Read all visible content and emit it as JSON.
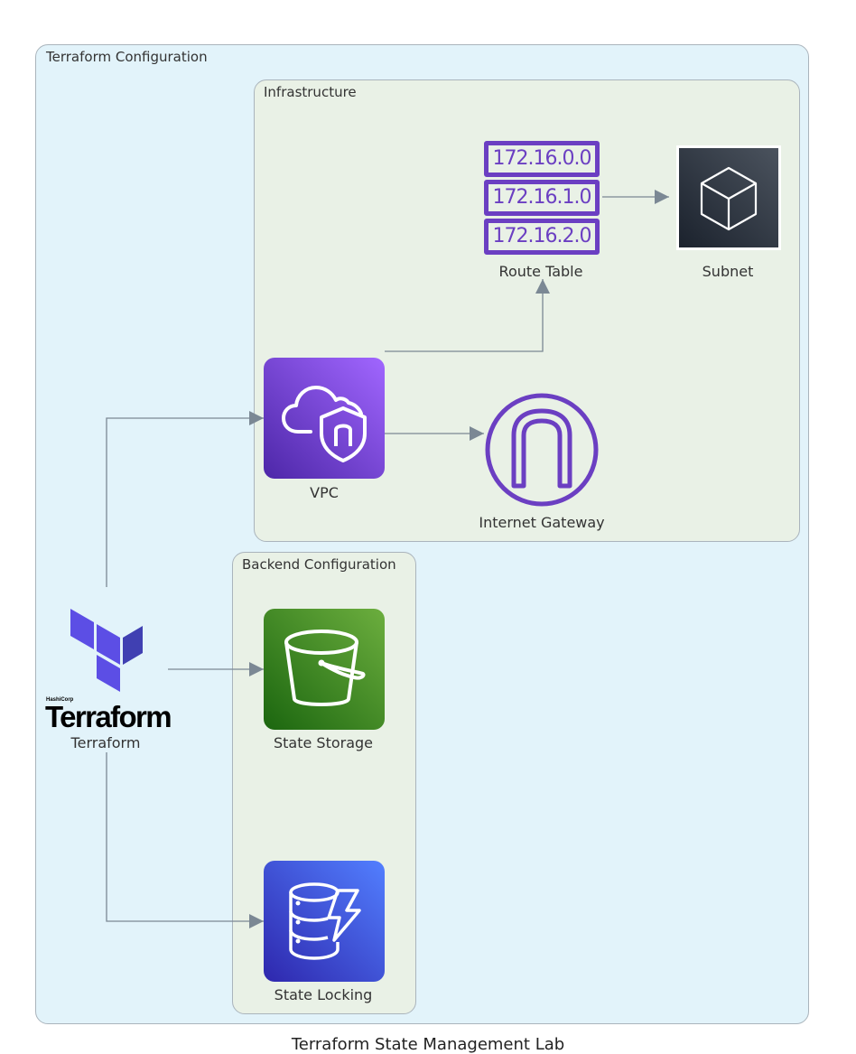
{
  "diagram": {
    "title": "Terraform State Management Lab",
    "clusters": {
      "outer": "Terraform Configuration",
      "infrastructure": "Infrastructure",
      "backend": "Backend Configuration"
    },
    "nodes": {
      "terraform": {
        "label": "Terraform",
        "logo_small": "HashiCorp",
        "logo_word": "Terraform",
        "icon": "terraform-logo"
      },
      "vpc": {
        "label": "VPC",
        "icon": "vpc-icon"
      },
      "route_table": {
        "label": "Route Table",
        "icon": "route-table-icon",
        "routes": [
          "172.16.0.0",
          "172.16.1.0",
          "172.16.2.0"
        ]
      },
      "subnet": {
        "label": "Subnet",
        "icon": "subnet-icon"
      },
      "internet_gateway": {
        "label": "Internet Gateway",
        "icon": "internet-gateway-icon"
      },
      "state_storage": {
        "label": "State Storage",
        "icon": "s3-bucket-icon"
      },
      "state_locking": {
        "label": "State Locking",
        "icon": "dynamodb-icon"
      }
    },
    "edges": [
      {
        "from": "terraform",
        "to": "vpc"
      },
      {
        "from": "terraform",
        "to": "state_storage"
      },
      {
        "from": "terraform",
        "to": "state_locking"
      },
      {
        "from": "vpc",
        "to": "route_table"
      },
      {
        "from": "vpc",
        "to": "internet_gateway"
      },
      {
        "from": "route_table",
        "to": "subnet"
      }
    ],
    "colors": {
      "outer_fill": "#e2f3fa",
      "inner_fill": "#e9f1e6",
      "edge": "#7b8894",
      "vpc": "#7d48d6",
      "route": "#6b3fc2",
      "gateway": "#6b3fc2",
      "s3": "#3f8624",
      "dynamodb": "#3b48cc",
      "subnet": "#232f3e",
      "terraform": "#5c4ee5"
    }
  }
}
